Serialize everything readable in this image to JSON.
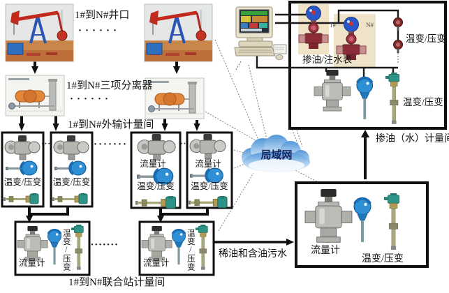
{
  "palette": {
    "box_border": "#101010",
    "transducer_blue": "#2e8fd5",
    "thermocouple_teal": "#2f9488",
    "cloud_blue": "#4f96d8",
    "pumpjack_red": "#c43020",
    "separator_orange": "#e2863a",
    "meter_maroon": "#8c2b38",
    "computer_beige": "#e9e2cc"
  },
  "wellhead": {
    "label": "1#到N#井口",
    "dots": "······"
  },
  "separators": {
    "label": "1#到N#三项分离器",
    "dots": "······"
  },
  "transfer_room": {
    "label": "1#到N#外输计量间",
    "gap_dots_1": "···",
    "gap_dots_2": "·······",
    "gap_dots_3": "··",
    "boxes": [
      {
        "tp": "温变/压变"
      },
      {
        "tp": "温变/压变"
      },
      {
        "flow": "流量计",
        "tp": "温变/压变"
      },
      {
        "flow": "流量计",
        "tp": "温变/压变"
      }
    ]
  },
  "station_room": {
    "label": "1#到N#联合站计量间",
    "dots": "·······",
    "boxes": [
      {
        "flow": "流量计",
        "tp": "温变/压变"
      },
      {
        "flow": "流量计",
        "tp": "温变/压变"
      }
    ]
  },
  "lan": {
    "label": "局域网"
  },
  "blend_room": {
    "caption": "掺油（水）计量间",
    "meters_label": "掺油/注水表",
    "meter_tags": [
      "1#",
      "N#"
    ],
    "tp_top": "温变/压变",
    "tp_bottom": "温变/压变"
  },
  "oily_water_label": "稀油和含油污水",
  "water_room": {
    "flow": "流量计",
    "tp": "温变/压变"
  }
}
